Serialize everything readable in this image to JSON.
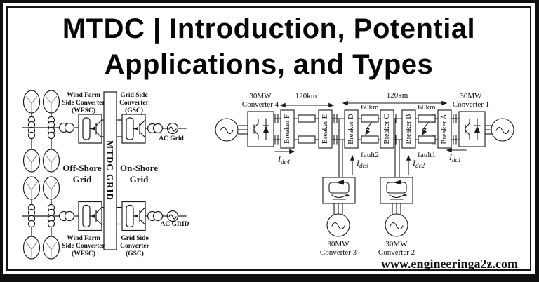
{
  "title": {
    "line1": "MTDC | Introduction, Potential",
    "line2": "Applications, and Types"
  },
  "footer": {
    "website": "www.engineeringa2z.com"
  },
  "left_diagram": {
    "wfsc_top": {
      "l1": "Wind Farm",
      "l2": "Side Converter",
      "l3": "(WFSC)"
    },
    "gsc_top": {
      "l1": "Grid Side",
      "l2": "Converter",
      "l3": "(GSC)"
    },
    "wfsc_bottom": {
      "l1": "Wind Farm",
      "l2": "Side Converter",
      "l3": "(WFSC)"
    },
    "gsc_bottom": {
      "l1": "Grid Side",
      "l2": "Converter",
      "l3": "(GSC)"
    },
    "mtdc_bar": "MTDC GRID",
    "offshore": {
      "l1": "Off-Shore",
      "l2": "Grid"
    },
    "onshore": {
      "l1": "On-Shore",
      "l2": "Grid"
    },
    "ac_grid_top": "AC Grid",
    "ac_grid_bottom": "AC GRID"
  },
  "right_diagram": {
    "conv4": {
      "l1": "30MW",
      "l2": "Converter 4"
    },
    "conv1": {
      "l1": "30MW",
      "l2": "Converter 1"
    },
    "conv3": {
      "l1": "30MW",
      "l2": "Converter 3"
    },
    "conv2": {
      "l1": "30MW",
      "l2": "Converter 2"
    },
    "dist_left": "120km",
    "dist_right": "120km",
    "dist60_a": "60km",
    "dist60_b": "60km",
    "breaker_f": "Breaker F",
    "breaker_e": "Breaker E",
    "breaker_d": "Breaker D",
    "breaker_c": "Breaker C",
    "breaker_b": "Breaker B",
    "breaker_a": "Breaker A",
    "fault2": "fault2",
    "fault1": "fault1",
    "idc4": {
      "base": "I",
      "sub": "dc4"
    },
    "idc3": {
      "base": "I",
      "sub": "dc3"
    },
    "idc2": {
      "base": "I",
      "sub": "dc2"
    },
    "idc1": {
      "base": "I",
      "sub": "dc1"
    }
  },
  "colors": {
    "ink": "#1b1b1b",
    "background": "#ffffff",
    "frame": "#101010"
  }
}
